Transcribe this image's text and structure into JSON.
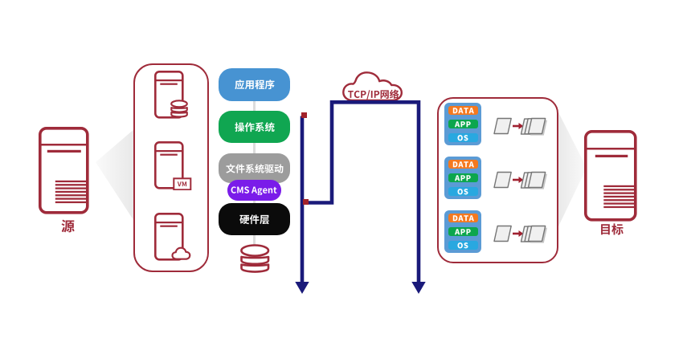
{
  "diagram_title": "",
  "colors": {
    "brand_red": "#9F2B3A",
    "navy": "#1A1A7A",
    "square_red": "#A2222A",
    "arrow_red": "#A02130",
    "app_blue": "#4793D2",
    "os_green": "#10A651",
    "fs_gray": "#9C9C9C",
    "agent_purple": "#7A1CE9",
    "hw_black": "#0B0B0B",
    "chip_orange": "#F4791F",
    "chip_green": "#0CA64D",
    "chip_blue": "#29A8E0",
    "card_blue": "#5B9BD5",
    "stack_line": "#DCDCDC"
  },
  "source_server": {
    "label": "源",
    "icon": "server-tower-icon"
  },
  "source_panel": {
    "machines": [
      {
        "icon": "physical-server-with-database-icon",
        "badge": ""
      },
      {
        "icon": "virtual-machine-server-icon",
        "badge": "VM"
      },
      {
        "icon": "cloud-server-icon",
        "badge": ""
      }
    ]
  },
  "stack": {
    "layers": [
      {
        "label": "应用程序",
        "color": "#4793D2"
      },
      {
        "label": "操作系统",
        "color": "#10A651"
      },
      {
        "label": "文件系统驱动",
        "color": "#9C9C9C"
      },
      {
        "label": "CMS Agent",
        "color": "#7A1CE9"
      },
      {
        "label": "硬件层",
        "color": "#0B0B0B"
      }
    ],
    "storage_icon": "database-icon"
  },
  "network": {
    "label": "TCP/IP网络",
    "icon": "cloud-icon"
  },
  "replica_panel": {
    "groups": [
      {
        "chips": [
          {
            "label": "DATA"
          },
          {
            "label": "APP"
          },
          {
            "label": "OS"
          }
        ],
        "flow_icon": "document-to-stack-copy-icon"
      },
      {
        "chips": [
          {
            "label": "DATA"
          },
          {
            "label": "APP"
          },
          {
            "label": "OS"
          }
        ],
        "flow_icon": "document-to-stack-copy-icon"
      },
      {
        "chips": [
          {
            "label": "DATA"
          },
          {
            "label": "APP"
          },
          {
            "label": "OS"
          }
        ],
        "flow_icon": "document-to-stack-copy-icon"
      }
    ]
  },
  "target_server": {
    "label": "目标",
    "icon": "server-tower-icon"
  }
}
